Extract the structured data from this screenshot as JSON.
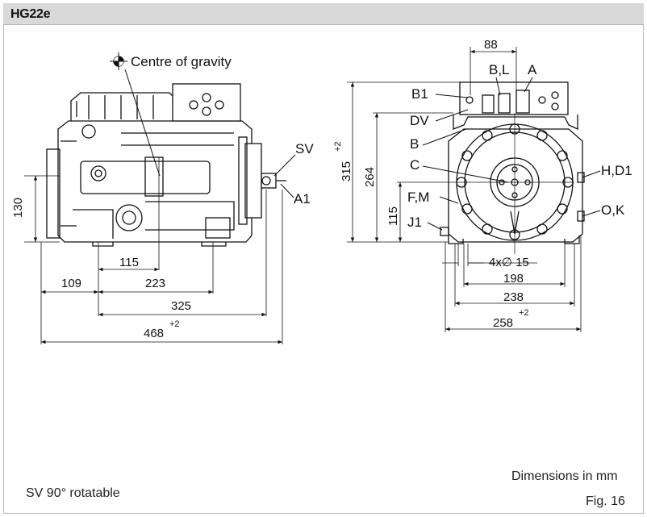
{
  "header": {
    "title": "HG22e"
  },
  "left_view": {
    "cog_label": "Centre of gravity",
    "labels": {
      "sv": "SV",
      "a1": "A1"
    },
    "dims": {
      "d130": "130",
      "d115": "115",
      "d109": "109",
      "d223": "223",
      "d325": "325",
      "d468": "468",
      "d468_tol": "+2"
    }
  },
  "right_view": {
    "labels": {
      "b1": "B1",
      "bl": "B,L",
      "a": "A",
      "dv": "DV",
      "b": "B",
      "c": "C",
      "fm": "F,M",
      "j1": "J1",
      "hd1": "H,D1",
      "ok": "O,K"
    },
    "dims": {
      "d88": "88",
      "d315": "315",
      "d315_tol": "+2",
      "d264": "264",
      "d115": "115",
      "d4x15": "4x∅ 15",
      "d198": "198",
      "d238": "238",
      "d258": "258",
      "d258_tol": "+2"
    }
  },
  "footer": {
    "units": "Dimensions in mm",
    "fig": "Fig. 16",
    "note": "SV 90° rotatable"
  }
}
